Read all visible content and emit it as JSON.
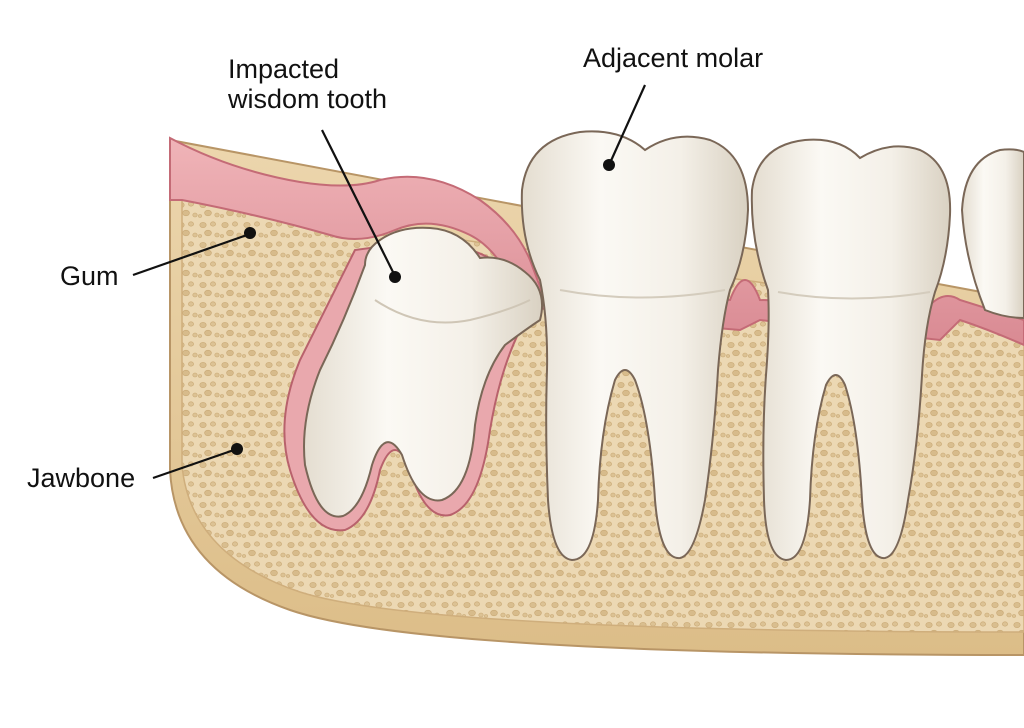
{
  "labels": {
    "impacted_line1": "Impacted",
    "impacted_line2": "wisdom tooth",
    "adjacent_molar": "Adjacent molar",
    "gum": "Gum",
    "jawbone": "Jawbone"
  },
  "colors": {
    "gum": "#e9a2a8",
    "gum_dark": "#c9707a",
    "bone": "#ecd8b3",
    "bone_cortex": "#e1c594",
    "bone_pore": "#d7bb8b",
    "tooth": "#f7f4ee",
    "tooth_shadow": "#ddd6c8",
    "outline": "#6e5a4a",
    "leader": "#111111"
  }
}
